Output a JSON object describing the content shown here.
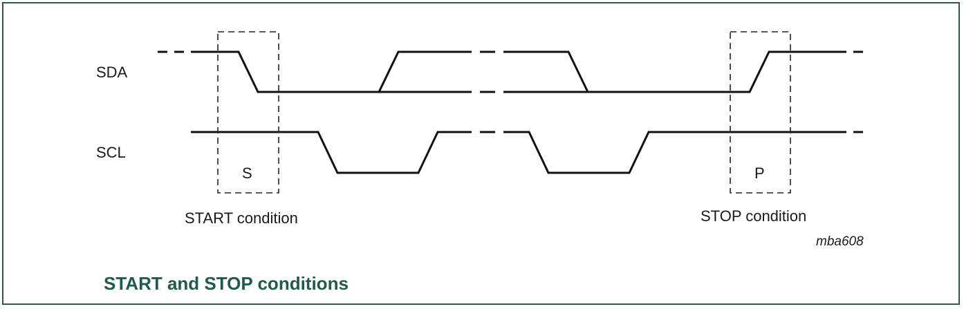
{
  "signals": {
    "sda_label": "SDA",
    "scl_label": "SCL"
  },
  "markers": {
    "start_symbol": "S",
    "stop_symbol": "P"
  },
  "conditions": {
    "start_label": "START condition",
    "stop_label": "STOP condition"
  },
  "figure_id": "mba608",
  "caption": "START and STOP conditions",
  "colors": {
    "frame": "#2a5a4e",
    "caption": "#1f5a4a",
    "line": "#111111"
  }
}
